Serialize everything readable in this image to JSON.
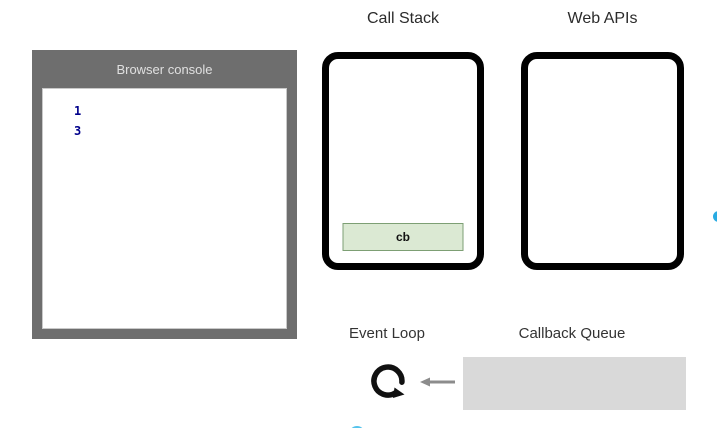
{
  "console": {
    "title": "Browser console",
    "frame_color": "#6e6e6e",
    "title_color": "#e0e0e0",
    "log_color": "#00008b",
    "log_lines": [
      {
        "text": "1"
      },
      {
        "text": "3"
      }
    ]
  },
  "call_stack": {
    "title": "Call Stack",
    "frames": [
      {
        "label": "cb"
      }
    ],
    "frame_fill": "#dbe9d3",
    "frame_border": "#7d9f74"
  },
  "web_apis": {
    "title": "Web APIs",
    "tasks": []
  },
  "event_loop": {
    "title": "Event Loop",
    "loop_icon": "clockwise-circular-arrow-icon",
    "feed_arrow_icon": "left-arrow-icon",
    "icon_color": "#111111",
    "arrow_color": "#8c8c8c"
  },
  "callback_queue": {
    "title": "Callback Queue",
    "fill": "#d9d9d9",
    "items": []
  },
  "decorations": {
    "clipped_dot_color": "#29abe2"
  }
}
